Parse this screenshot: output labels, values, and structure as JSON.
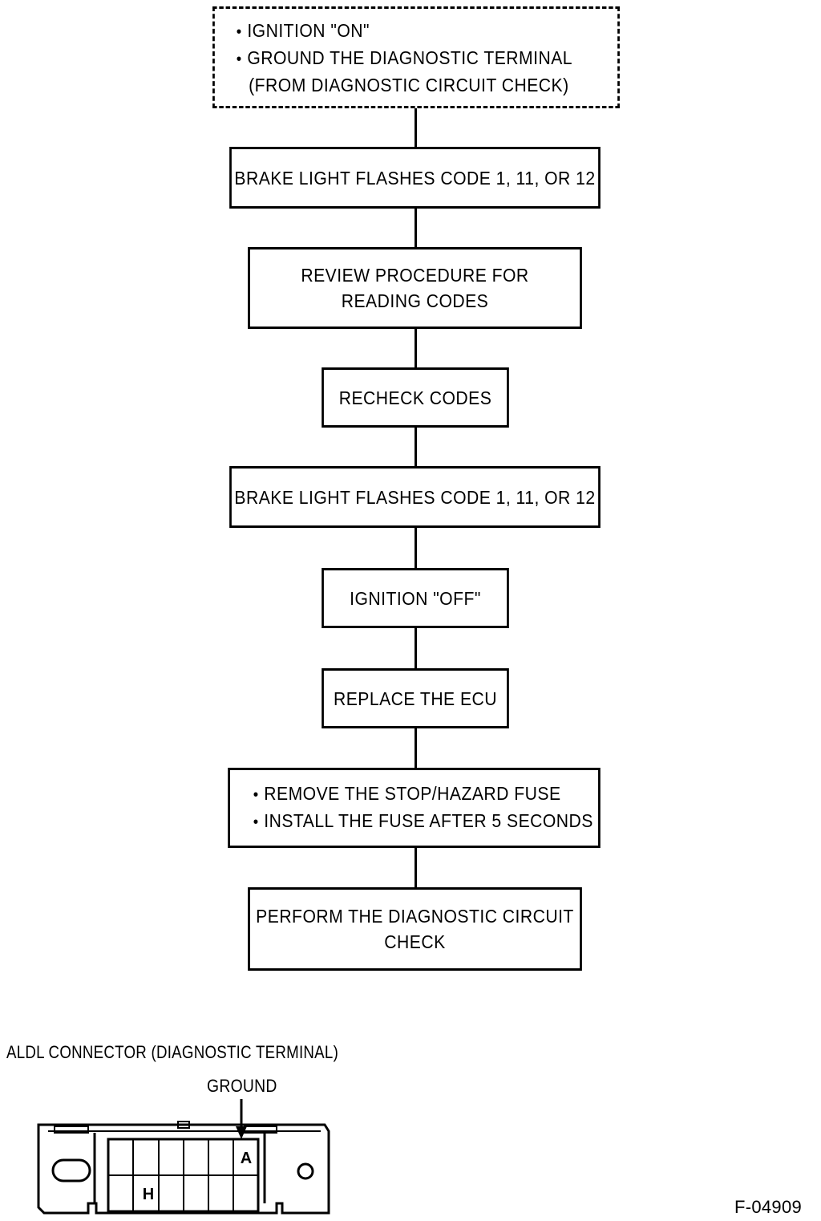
{
  "flowchart": {
    "start": {
      "lines": [
        "IGNITION \"ON\"",
        "GROUND THE DIAGNOSTIC TERMINAL",
        "(FROM DIAGNOSTIC  CIRCUIT CHECK)"
      ]
    },
    "step1": "BRAKE LIGHT FLASHES CODE 1, 11, OR 12",
    "step2": [
      "REVIEW PROCEDURE FOR",
      "READING CODES"
    ],
    "step3": "RECHECK CODES",
    "step4": "BRAKE LIGHT FLASHES CODE 1, 11, OR 12",
    "step5": "IGNITION \"OFF\"",
    "step6": "REPLACE THE ECU",
    "step7": [
      "REMOVE THE STOP/HAZARD FUSE",
      "INSTALL THE FUSE AFTER 5 SECONDS"
    ],
    "step8": [
      "PERFORM  THE  DIAGNOSTIC  CIRCUIT",
      "CHECK"
    ]
  },
  "connector": {
    "title": "ALDL CONNECTOR (DIAGNOSTIC TERMINAL)",
    "ground_label": "GROUND",
    "pin_a": "A",
    "pin_h": "H"
  },
  "figure_id": "F-04909"
}
